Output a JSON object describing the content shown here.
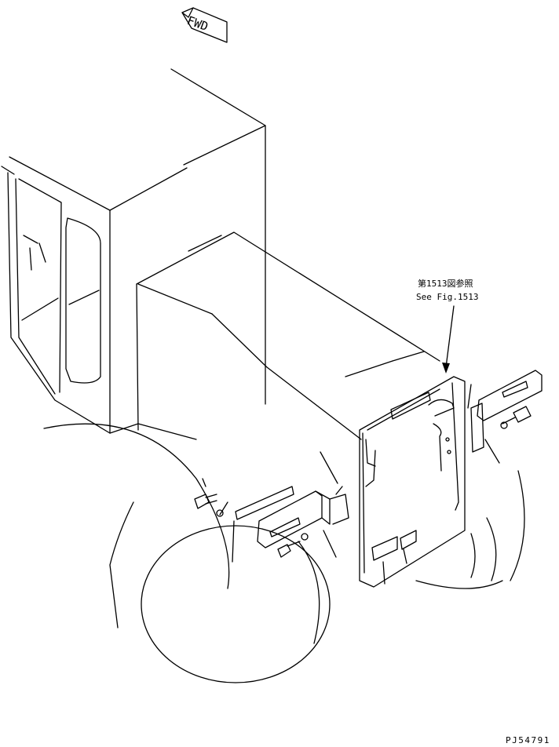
{
  "fwd_label": "FWD",
  "reference": {
    "jp": "第1513図参照",
    "en": "See Fig.1513"
  },
  "drawing_number": "PJ54791"
}
